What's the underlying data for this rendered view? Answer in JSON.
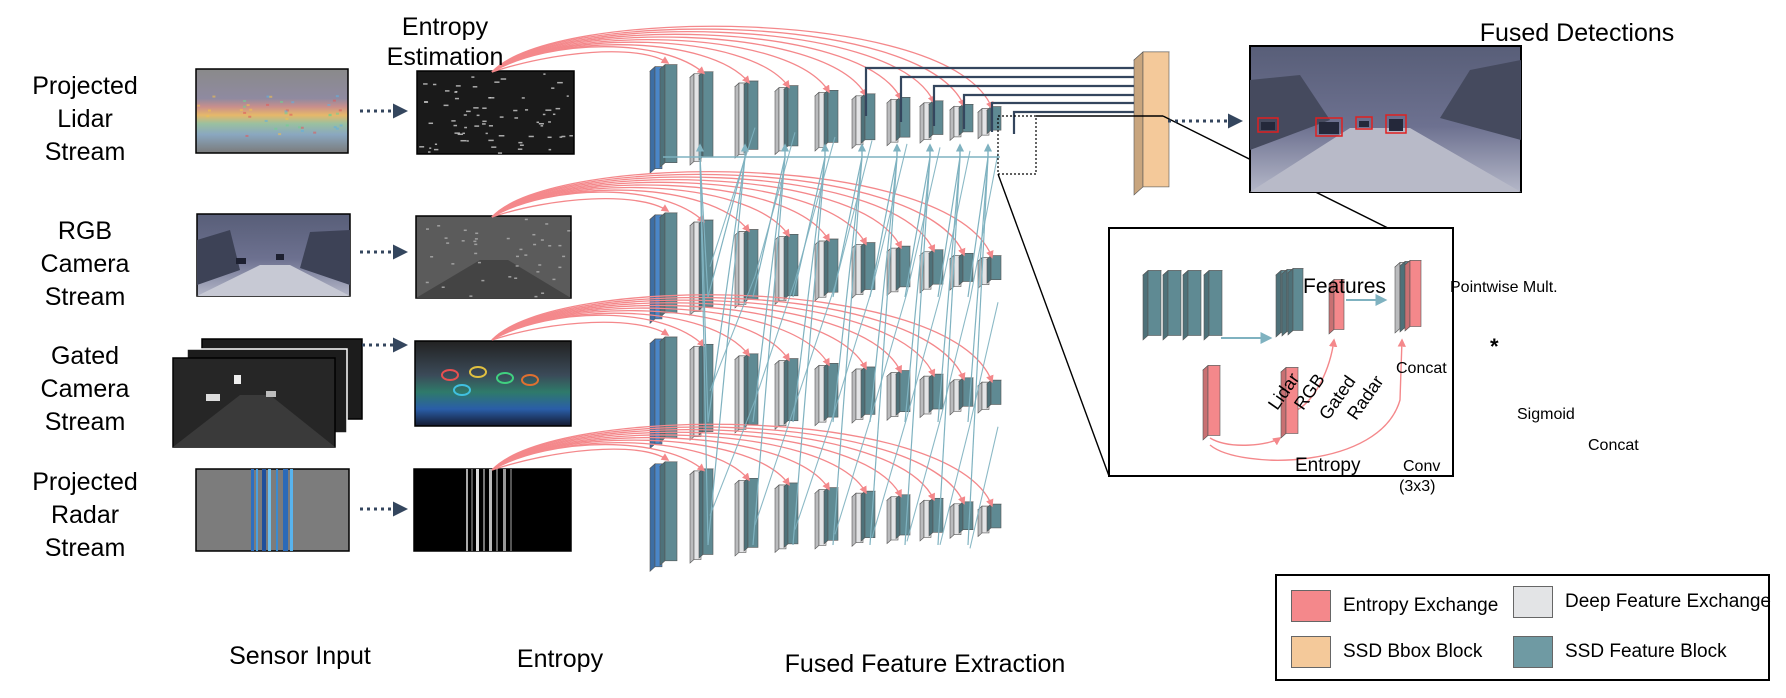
{
  "streams": [
    {
      "label_lines": [
        "Projected",
        "Lidar",
        "Stream"
      ]
    },
    {
      "label_lines": [
        "RGB",
        "Camera",
        "Stream"
      ]
    },
    {
      "label_lines": [
        "Gated",
        "Camera",
        "Stream"
      ]
    },
    {
      "label_lines": [
        "Projected",
        "Radar",
        "Stream"
      ]
    }
  ],
  "headers": {
    "entropy_estimation": [
      "Entropy",
      "Estimation"
    ],
    "fused_detections": "Fused Detections"
  },
  "bottom_labels": {
    "sensor_input": "Sensor Input",
    "entropy": "Entropy",
    "fused_feature_extraction": "Fused Feature Extraction"
  },
  "inset": {
    "features": "Features",
    "pointwise": "Pointwise Mult.",
    "concat_top": "Concat",
    "concat_right": "Concat",
    "sigmoid": "Sigmoid",
    "entropy": "Entropy",
    "conv": "Conv",
    "conv_kernel": "(3x3)",
    "mult_symbol": "*",
    "modalities": [
      "Lidar",
      "RGB",
      "Gated",
      "Radar"
    ]
  },
  "legend": {
    "items": [
      {
        "label": "Entropy Exchange",
        "color": "#f4888b"
      },
      {
        "label": "Deep Feature Exchange",
        "color": "#e3e4e6"
      },
      {
        "label": "SSD Bbox Block",
        "color": "#f4c99a"
      },
      {
        "label": "SSD Feature Block",
        "color": "#6f9aa3"
      }
    ]
  },
  "colors": {
    "entropy_exchange": "#f4888b",
    "deep_feature": "#e3e4e6",
    "ssd_bbox": "#f4c99a",
    "ssd_feature": "#5f8a93",
    "input_block": "#4a86c8",
    "bbox_line": "#34465e",
    "teal_line": "#7fb2c0"
  }
}
